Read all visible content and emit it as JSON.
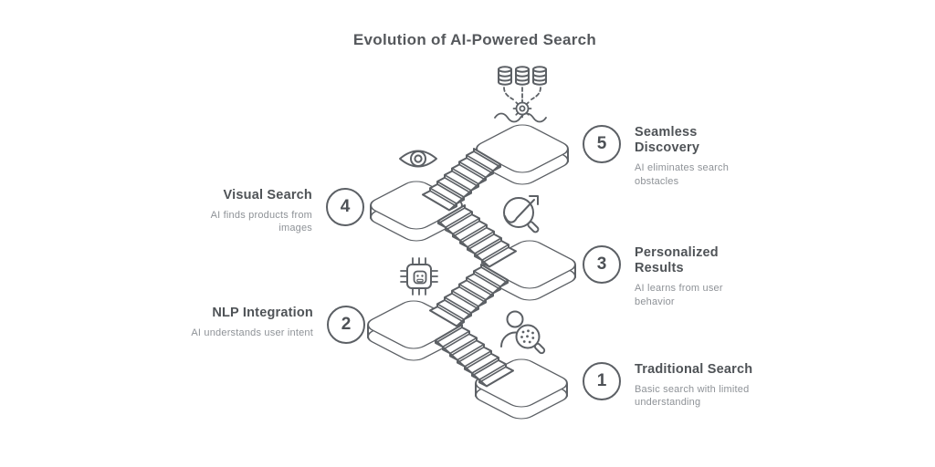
{
  "title": "Evolution of AI-Powered Search",
  "colors": {
    "line": "#5c6065",
    "title_text": "#4f5357",
    "body_text": "#8e9297",
    "background": "#ffffff"
  },
  "steps": [
    {
      "number": "1",
      "title": "Traditional Search",
      "description": "Basic search with limited understanding",
      "icon": "user-search-icon"
    },
    {
      "number": "2",
      "title": "NLP Integration",
      "description": "AI understands user intent",
      "icon": "ai-chip-icon"
    },
    {
      "number": "3",
      "title": "Personalized Results",
      "description": "AI learns from user behavior",
      "icon": "trend-search-icon"
    },
    {
      "number": "4",
      "title": "Visual Search",
      "description": "AI finds products from images",
      "icon": "eye-icon"
    },
    {
      "number": "5",
      "title": "Seamless Discovery",
      "description": "AI eliminates search obstacles",
      "icon": "data-processing-icon"
    }
  ]
}
